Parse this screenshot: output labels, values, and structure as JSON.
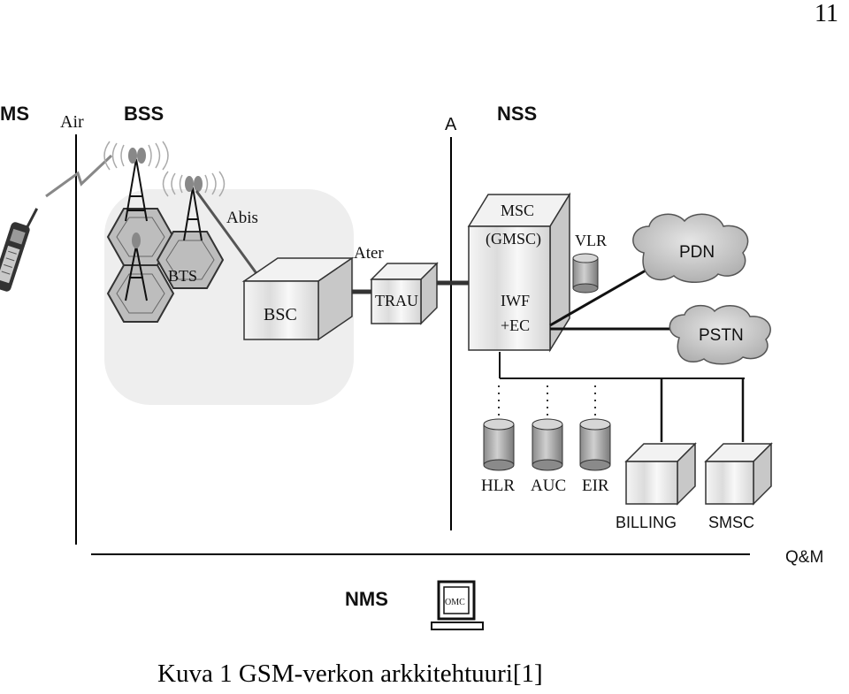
{
  "page_number": "11",
  "sections": {
    "ms": "MS",
    "bss": "BSS",
    "nss": "NSS",
    "nms": "NMS"
  },
  "interfaces": {
    "air": "Air",
    "abis": "Abis",
    "ater": "Ater",
    "a": "A",
    "qm": "Q&M"
  },
  "nodes": {
    "bts": "BTS",
    "bsc": "BSC",
    "trau": "TRAU",
    "msc_line1": "MSC",
    "msc_line2": "(GMSC)",
    "iwf_line1": "IWF",
    "iwf_line2": "+EC",
    "vlr": "VLR",
    "pdn": "PDN",
    "pstn": "PSTN",
    "hlr": "HLR",
    "auc": "AUC",
    "eir": "EIR",
    "billing": "BILLING",
    "smsc": "SMSC",
    "omc": "OMC"
  },
  "caption": "Kuva 1 GSM-verkon arkkitehtuuri[1]"
}
